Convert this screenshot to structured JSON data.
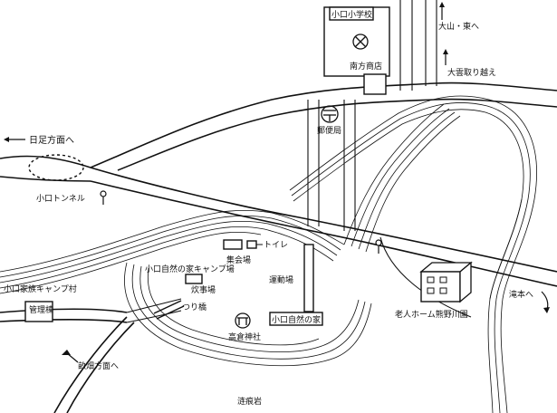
{
  "labels": {
    "school": "小口小学校",
    "shop": "南方商店",
    "post_office": "郵便局",
    "tunnel": "小口トンネル",
    "to_hitari": "日足方面へ",
    "to_oyama": "大山・東へ",
    "ookumo": "大雲取り越え",
    "toilet": "トイレ",
    "meeting_hall": "集会場",
    "camp_site": "小口自然の家キャンプ場",
    "cooking_area": "炊事場",
    "sports_field": "運動場",
    "nature_house": "小口自然の家",
    "family_camp": "小口家族キャンプ村",
    "management_bldg": "管理棟",
    "suspension_bridge": "つり橋",
    "takakura_shrine": "高倉神社",
    "to_takimoto": "滝本へ",
    "elderly_home": "老人ホーム熊野川園",
    "to_hatabata": "畝畑方面へ",
    "rock": "涟痕岩"
  },
  "icons": {
    "school_symbol": "circle-cross-icon",
    "post_symbol": "post-office-icon",
    "shrine_symbol": "torii-icon",
    "bus_stop": "bus-stop-icon"
  }
}
